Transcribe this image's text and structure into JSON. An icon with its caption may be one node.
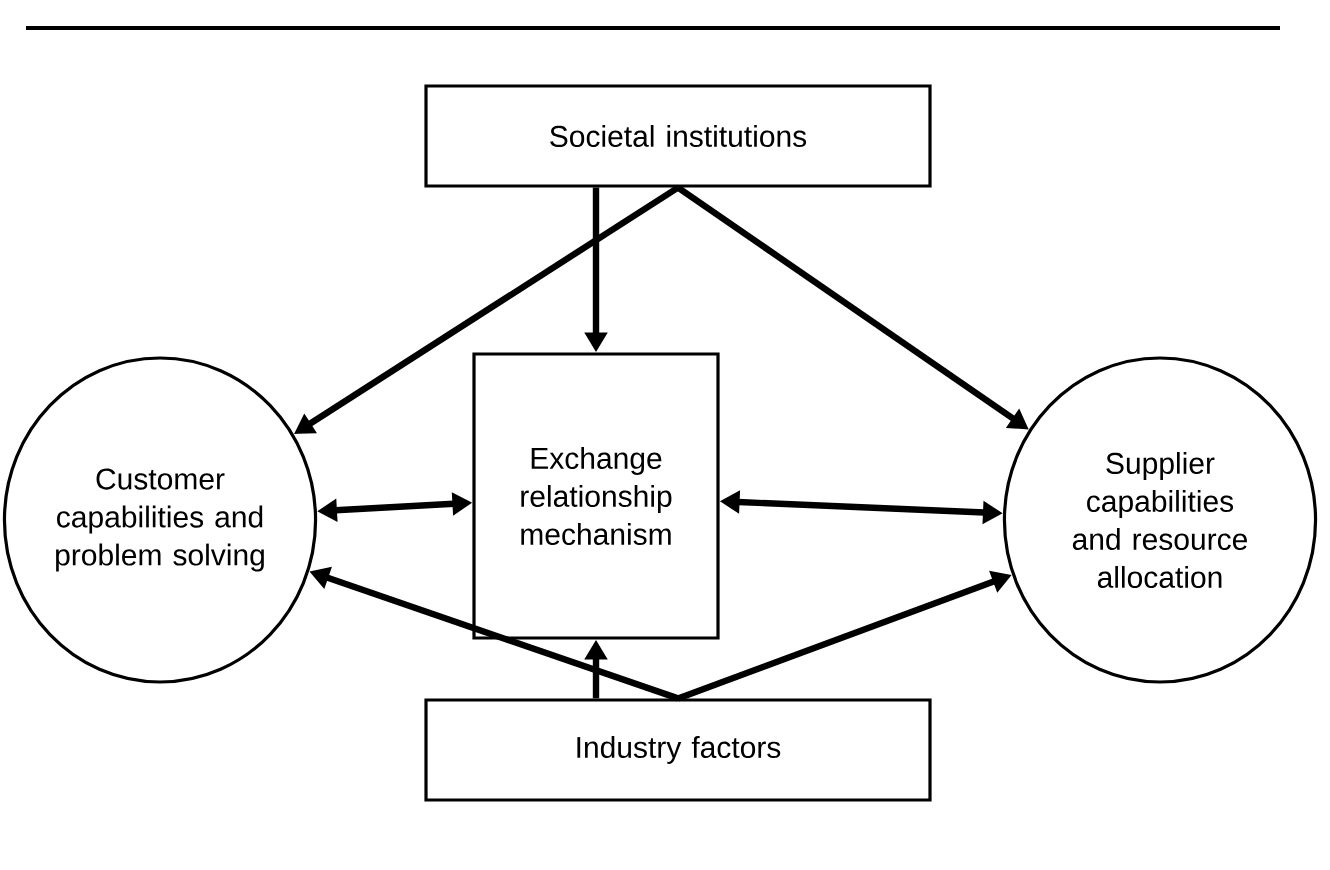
{
  "diagram": {
    "nodes": [
      {
        "text": [
          "Societal institutions"
        ]
      },
      {
        "text": [
          "Customer capabilities and problem solving"
        ]
      },
      {
        "text": [
          "Exchange relationship mechanism"
        ]
      },
      {
        "text": [
          "Supplier capabilities and resource allocation"
        ]
      },
      {
        "text": [
          "Industry factors"
        ]
      }
    ],
    "edges": [
      {
        "from": 0,
        "to": 1,
        "arrow": "to"
      },
      {
        "from": 0,
        "to": 2,
        "arrow": "to"
      },
      {
        "from": 0,
        "to": 3,
        "arrow": "to"
      },
      {
        "from": 2,
        "to": 1,
        "arrow": "both"
      },
      {
        "from": 2,
        "to": 3,
        "arrow": "both"
      },
      {
        "from": 4,
        "to": 1,
        "arrow": "to"
      },
      {
        "from": 4,
        "to": 2,
        "arrow": "to"
      },
      {
        "from": 4,
        "to": 3,
        "arrow": "to"
      }
    ]
  }
}
